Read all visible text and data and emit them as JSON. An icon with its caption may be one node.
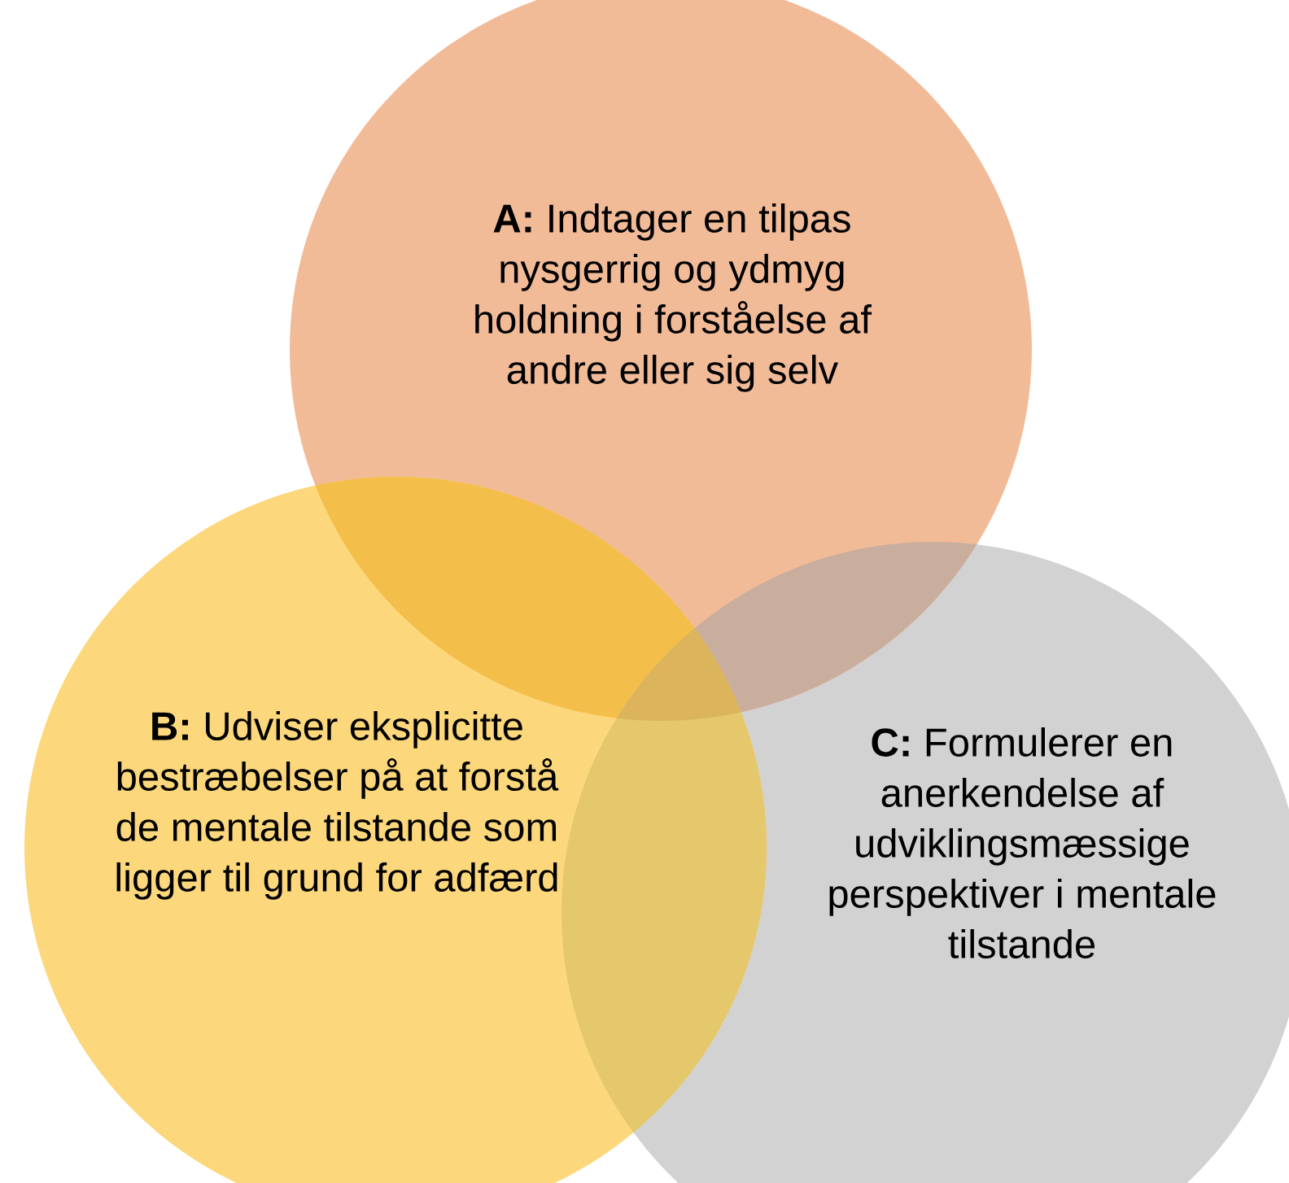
{
  "diagram": {
    "nodes": [
      {
        "text": [
          "**A:** Indtager en tilpas nysgerrig og ydmyg holdning i forståelse af andre eller sig selv"
        ]
      },
      {
        "text": [
          "**B:** Udviser eksplicitte bestræbelser på at forstå de mentale tilstande som ligger til grund for adfærd"
        ]
      },
      {
        "text": [
          "**C:** Formulerer en anerkendelse af udviklingsmæssige perspektiver i mentale tilstande"
        ]
      }
    ]
  }
}
